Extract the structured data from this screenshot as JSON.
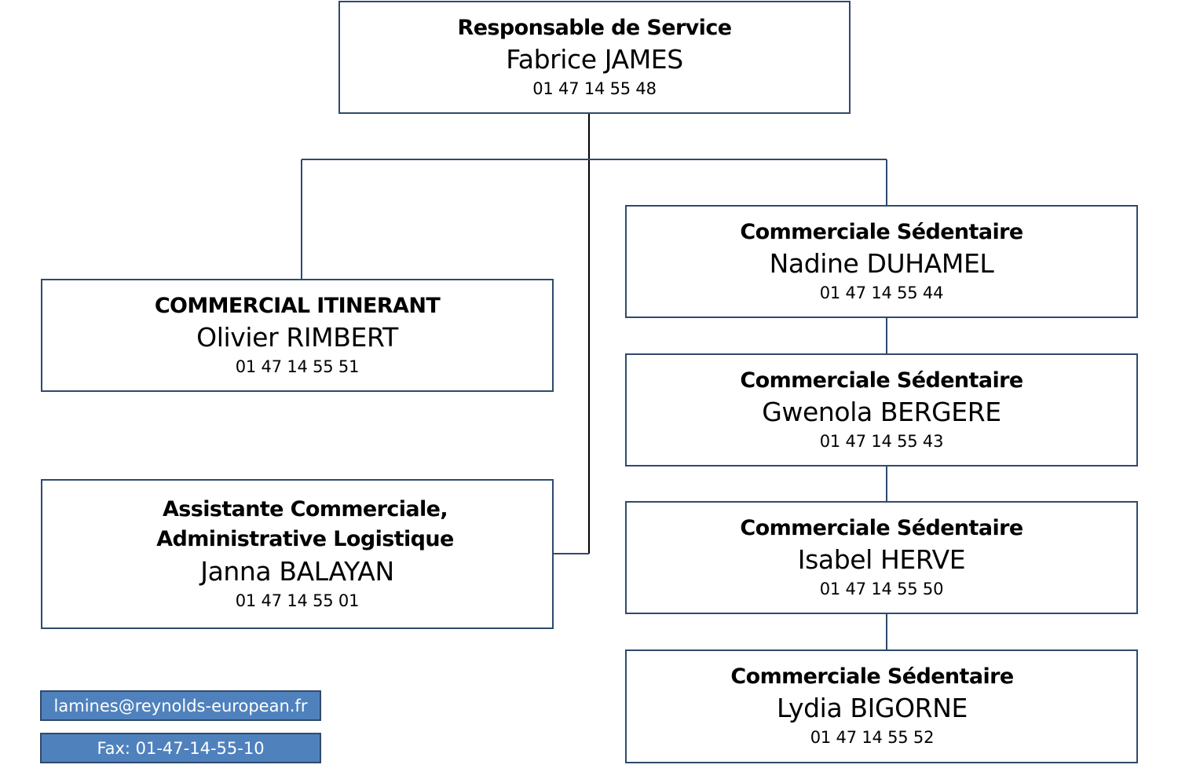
{
  "chart": {
    "manager": {
      "role": "Responsable de Service",
      "name": "Fabrice JAMES",
      "phone": "01 47 14 55 48"
    },
    "left": [
      {
        "role": "COMMERCIAL ITINERANT",
        "name": "Olivier RIMBERT",
        "phone": "01 47 14 55 51"
      },
      {
        "role": "Assistante Commerciale, Administrative Logistique",
        "name": "Janna BALAYAN",
        "phone": "01 47 14 55 01"
      }
    ],
    "right": [
      {
        "role": "Commerciale Sédentaire",
        "name": "Nadine DUHAMEL",
        "phone": "01 47 14 55 44"
      },
      {
        "role": "Commerciale Sédentaire",
        "name": "Gwenola BERGERE",
        "phone": "01 47 14 55 43"
      },
      {
        "role": "Commerciale Sédentaire",
        "name": "Isabel HERVE",
        "phone": "01 47 14 55 50"
      },
      {
        "role": "Commerciale Sédentaire",
        "name": "Lydia BIGORNE",
        "phone": "01 47 14 55 52"
      }
    ]
  },
  "contact": {
    "email": "lamines@reynolds-european.fr",
    "fax": "Fax: 01-47-14-55-10"
  },
  "colors": {
    "border": "#2f4a6d",
    "info_fill": "#4f81bd",
    "info_text": "#ffffff"
  }
}
